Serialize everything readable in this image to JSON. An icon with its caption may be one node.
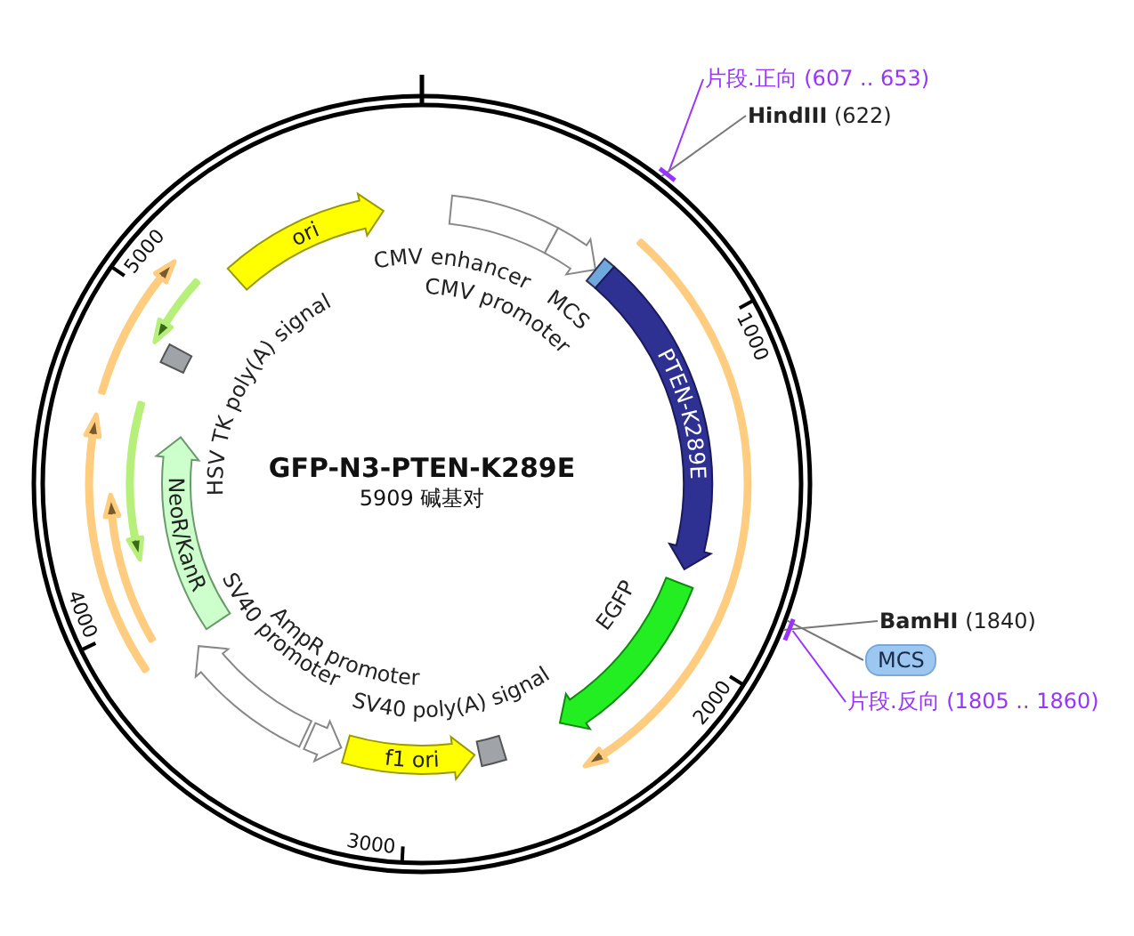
{
  "diagram": {
    "nodes": [
      {
        "text": [
          "CMV enhancer"
        ]
      },
      {
        "text": [
          "CMV promoter"
        ]
      },
      {
        "text": [
          "MCS"
        ]
      },
      {
        "text": [
          "PTEN-K289E"
        ]
      },
      {
        "text": [
          "EGFP"
        ]
      },
      {
        "text": [
          "SV40 poly(A) signal"
        ]
      },
      {
        "text": [
          "f1 ori"
        ]
      },
      {
        "text": [
          "AmpR promoter"
        ]
      },
      {
        "text": [
          "SV40 promoter"
        ]
      },
      {
        "text": [
          "NeoR/KanR"
        ]
      },
      {
        "text": [
          "HSV TK poly(A) signal"
        ]
      },
      {
        "text": [
          "ori"
        ]
      },
      {
        "text": [
          "片段.正向 (607 .. 653)"
        ]
      },
      {
        "text": [
          "**HindIII** (622)"
        ]
      },
      {
        "text": [
          "**BamHI** (1840)"
        ]
      },
      {
        "text": [
          "MCS"
        ]
      },
      {
        "text": [
          "片段.反向 (1805 .. 1860)"
        ]
      },
      {
        "text": [],
        "shape": "arrow"
      },
      {
        "text": [],
        "shape": "arrow"
      },
      {
        "text": [],
        "shape": "arrow"
      },
      {
        "text": [],
        "shape": "arrow"
      },
      {
        "text": [],
        "shape": "arrow"
      },
      {
        "text": [],
        "shape": "arrow"
      }
    ],
    "edges": [
      {
        "from": 12,
        "to": null,
        "arrow": "none",
        "color": "#9933ff"
      },
      {
        "from": 13,
        "to": null,
        "arrow": "none"
      },
      {
        "from": 14,
        "to": null,
        "arrow": "none"
      },
      {
        "from": 15,
        "to": null,
        "arrow": "none"
      },
      {
        "from": 16,
        "to": null,
        "arrow": "none",
        "color": "#9933ff"
      }
    ],
    "labels": [
      "1000",
      "5000",
      "GFP-N3-PTEN-K289E",
      "5909 碱基对",
      "2000",
      "4000",
      "3000"
    ]
  }
}
